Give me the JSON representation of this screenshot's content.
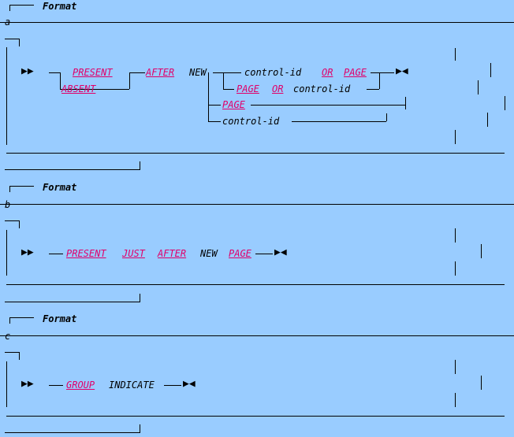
{
  "format_label": "Format",
  "formats": [
    {
      "letter": "a",
      "present": "PRESENT",
      "absent": "ABSENT",
      "after": "AFTER",
      "new": "NEW",
      "control_id_or": "control-id",
      "or1": "OR",
      "page1": "PAGE",
      "page2": "PAGE",
      "or2": "OR",
      "control_id2": "control-id",
      "page3": "PAGE",
      "control_id3": "control-id"
    },
    {
      "letter": "b",
      "present": "PRESENT",
      "just": "JUST",
      "after": "AFTER",
      "new": "NEW",
      "page": "PAGE"
    },
    {
      "letter": "c",
      "group": "GROUP",
      "indicate": "INDICATE"
    }
  ]
}
